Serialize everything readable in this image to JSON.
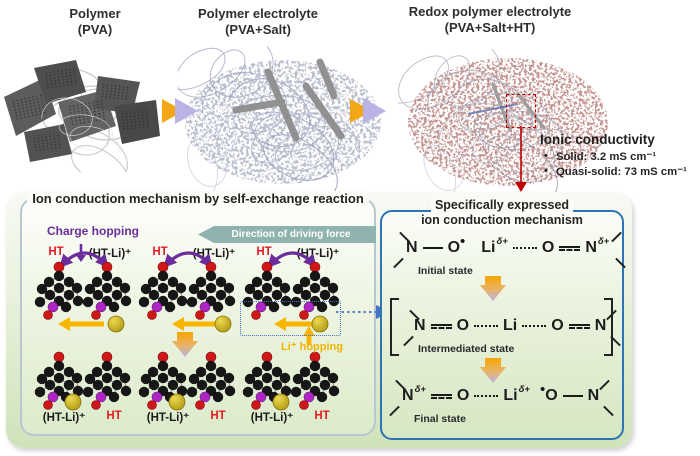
{
  "figure": {
    "stages": [
      {
        "line1": "Polymer",
        "line2": "(PVA)"
      },
      {
        "line1": "Polymer electrolyte",
        "line2": "(PVA+Salt)"
      },
      {
        "line1": "Redox polymer electrolyte",
        "line2": "(PVA+Salt+HT)"
      }
    ],
    "conductivity": {
      "title": "Ionic conductivity",
      "bullet": "•",
      "items": [
        "Solid: 3.2 mS cm⁻¹",
        "Quasi-solid: 73 mS cm⁻¹"
      ]
    },
    "left_panel": {
      "title": "Ion conduction mechanism by self-exchange reaction",
      "charge_hopping": "Charge hopping",
      "driving_force": "Direction of driving force",
      "li_hopping": "Li⁺ hopping",
      "row1_labels": [
        "HT",
        "(HT-Li)⁺",
        "HT",
        "(HT-Li)⁺",
        "HT",
        "(HT-Li)⁺"
      ],
      "row2_labels": [
        "(HT-Li)⁺",
        "HT",
        "(HT-Li)⁺",
        "HT",
        "(HT-Li)⁺",
        "HT"
      ]
    },
    "right_panel": {
      "title1": "Specifically expressed",
      "title2": "ion conduction mechanism",
      "atoms": {
        "N": "N",
        "O": "O",
        "Li": "Li"
      },
      "delta": "δ+",
      "radical": "•",
      "states": [
        "Initial state",
        "Intermediated state",
        "Final state"
      ]
    },
    "colors": {
      "ht_red": "#e01b24",
      "purple": "#6b2d9b",
      "gold": "#f8b500",
      "teal_arrow": "#8fb3af",
      "blue_border": "#2e74b5",
      "blue_dotted": "#4472c4",
      "red_accent": "#c00000",
      "green_bg": "#cfe3bb",
      "li_gold": "#c9a227"
    }
  }
}
